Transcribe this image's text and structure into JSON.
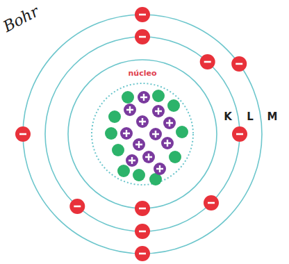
{
  "diagram": {
    "title": "Bohr",
    "nodes": [
      {
        "text": [
          "núcleo"
        ]
      }
    ],
    "labels": [
      "K",
      "L",
      "M"
    ]
  }
}
